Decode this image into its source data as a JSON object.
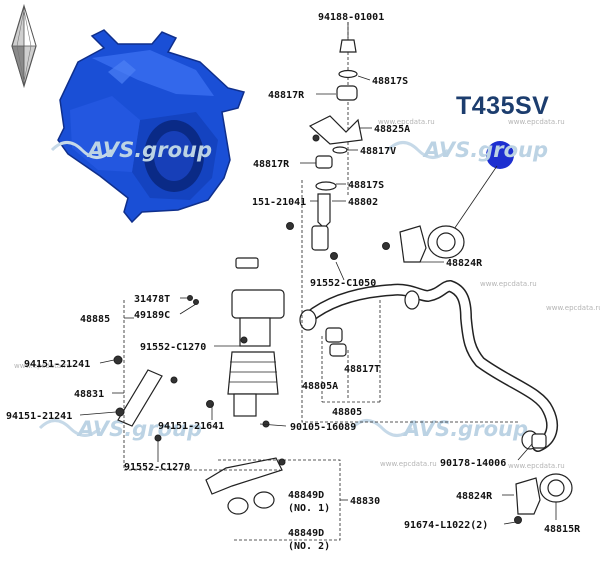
{
  "product_code": "T435SV",
  "watermark_text": "AVS.group",
  "site_watermark": "www.epcdata.ru",
  "brand_color": "#1c3d6e",
  "bushing_color": "#1a4fd6",
  "marker_color": "#1d2fd0",
  "part_labels": [
    "94188-01001",
    "48817S",
    "48817R",
    "48825A",
    "48817V",
    "48817R",
    "48817S",
    "151-21041",
    "48802",
    "91552-C1050",
    "48824R",
    "31478T",
    "49189C",
    "48885",
    "91552-C1270",
    "94151-21241",
    "48831",
    "94151-21241",
    "94151-21641",
    "90105-16089",
    "48817T",
    "48805A",
    "48805",
    "91552-C1270",
    "90178-14006",
    "48824R",
    "48849D",
    "(NO. 1)",
    "48830",
    "48849D",
    "(NO. 2)",
    "91674-L1022(2)",
    "48815R"
  ]
}
